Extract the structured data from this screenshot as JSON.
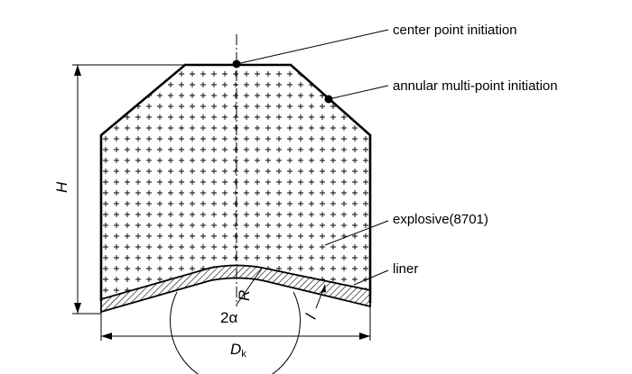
{
  "labels": {
    "center_point": "center point initiation",
    "annular": "annular multi-point initiation",
    "explosive": "explosive(8701)",
    "liner": "liner"
  },
  "dimensions": {
    "height": "H",
    "radius": "R",
    "thickness": "l",
    "angle": "2α",
    "diameter": "D",
    "diameter_sub": "k"
  },
  "colors": {
    "outline": "#000000",
    "fill_marks": "#000000",
    "background": "#ffffff"
  }
}
